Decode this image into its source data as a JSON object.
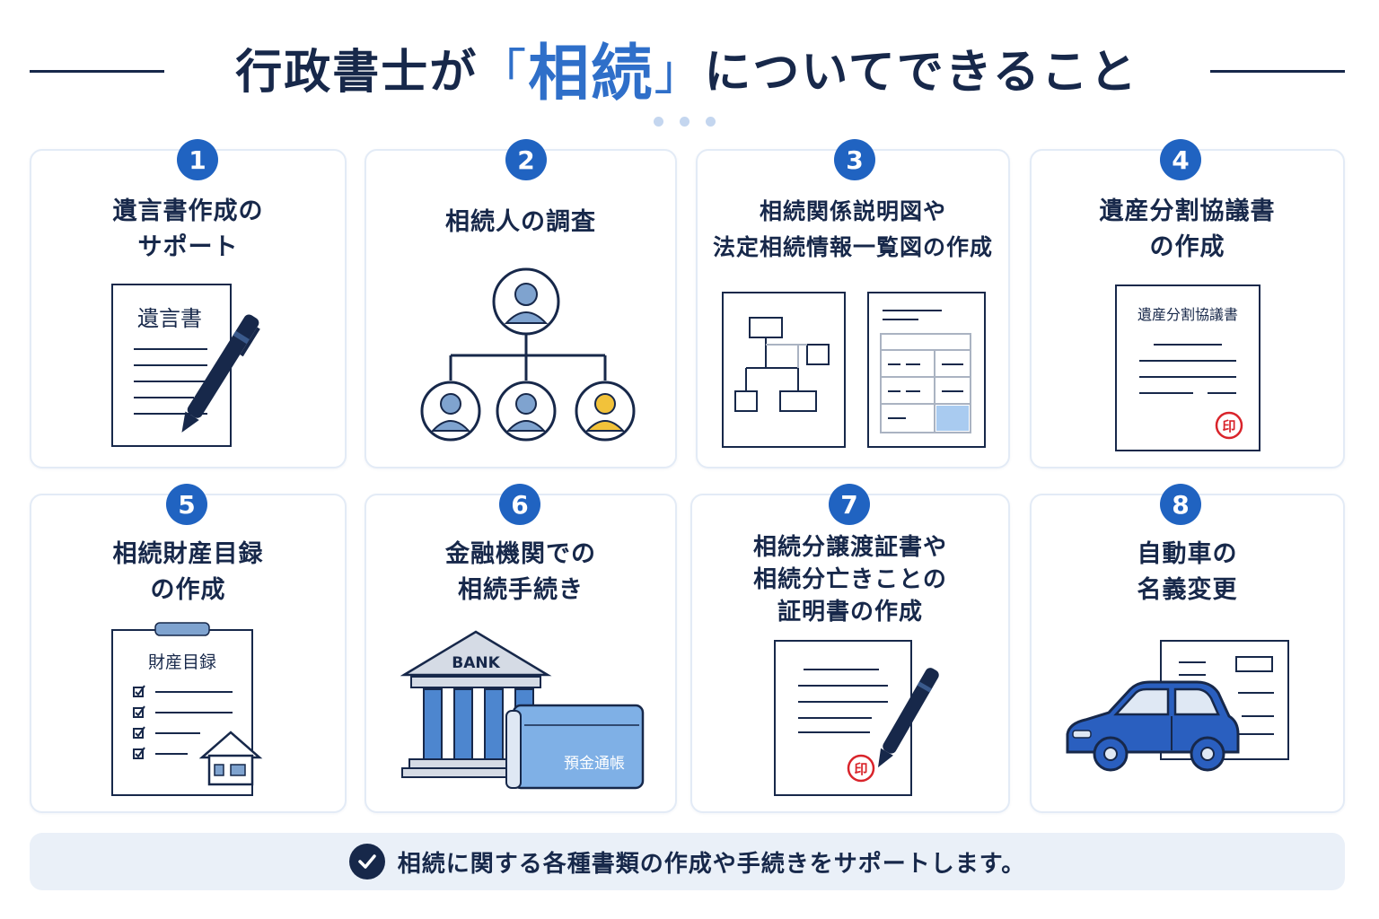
{
  "header": {
    "title_prefix": "行政書士が",
    "bracket_open": "「",
    "title_highlight": "相続",
    "bracket_close": "」",
    "title_suffix": "についてできること"
  },
  "colors": {
    "navy": "#17284a",
    "accent_blue": "#2063c1",
    "light_blue": "#7fb0e6",
    "stamp_red": "#d9242b",
    "heir_yellow": "#f2c23a"
  },
  "cards": [
    {
      "number": "1",
      "title_lines": [
        "遺言書作成の",
        "サポート"
      ],
      "doc_label": "遺言書",
      "icon": "will-document-pen-icon"
    },
    {
      "number": "2",
      "title_lines": [
        "相続人の調査"
      ],
      "icon": "family-tree-icon"
    },
    {
      "number": "3",
      "title_lines": [
        "相続関係説明図や",
        "法定相続情報一覧図の作成"
      ],
      "icon": "relationship-chart-documents-icon"
    },
    {
      "number": "4",
      "title_lines": [
        "遺産分割協議書",
        "の作成"
      ],
      "doc_label": "遺産分割協議書",
      "stamp": "印",
      "icon": "agreement-document-stamp-icon"
    },
    {
      "number": "5",
      "title_lines": [
        "相続財産目録",
        "の作成"
      ],
      "doc_label": "財産目録",
      "icon": "asset-clipboard-house-icon"
    },
    {
      "number": "6",
      "title_lines": [
        "金融機関での",
        "相続手続き"
      ],
      "bank_label": "BANK",
      "passbook_label": "預金通帳",
      "icon": "bank-passbook-icon"
    },
    {
      "number": "7",
      "title_lines": [
        "相続分譲渡証書や",
        "相続分亡きことの",
        "証明書の作成"
      ],
      "stamp": "印",
      "icon": "certificate-pen-stamp-icon"
    },
    {
      "number": "8",
      "title_lines": [
        "自動車の",
        "名義変更"
      ],
      "icon": "car-document-icon"
    }
  ],
  "footer": {
    "text": "相続に関する各種書類の作成や手続きをサポートします。",
    "icon": "check-circle-icon"
  }
}
